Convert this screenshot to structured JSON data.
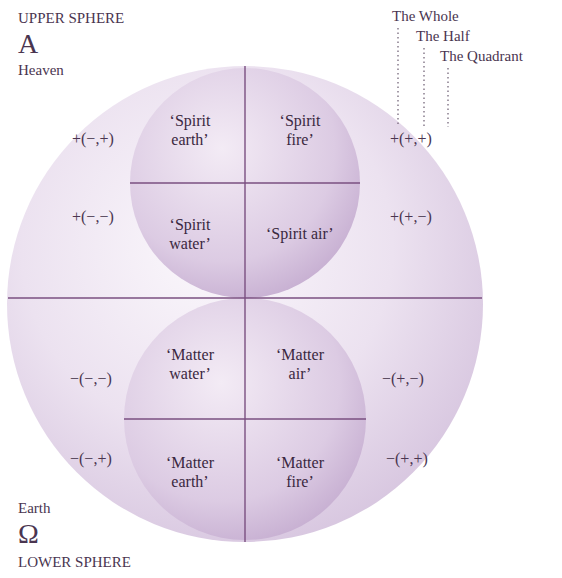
{
  "diagram": {
    "nodes": [
      {
        "text": [
          "‘Spirit earth’"
        ]
      },
      {
        "text": [
          "‘Spirit fire’"
        ]
      },
      {
        "text": [
          "‘Spirit water’"
        ]
      },
      {
        "text": [
          "‘Spirit air’"
        ]
      },
      {
        "text": [
          "‘Matter water’"
        ]
      },
      {
        "text": [
          "‘Matter air’"
        ]
      },
      {
        "text": [
          "‘Matter earth’"
        ]
      },
      {
        "text": [
          "‘Matter fire’"
        ]
      }
    ],
    "labels": [
      "UPPER SPHERE",
      "A",
      "Heaven",
      "The Whole",
      "The Half",
      "The Quadrant",
      "+(−,+)",
      "+(+,+)",
      "+(−,−)",
      "+(+,−)",
      "−(−,−)",
      "−(+,−)",
      "−(−,+)",
      "−(+,+)",
      "Earth",
      "Ω",
      "LOWER SPHERE"
    ]
  }
}
